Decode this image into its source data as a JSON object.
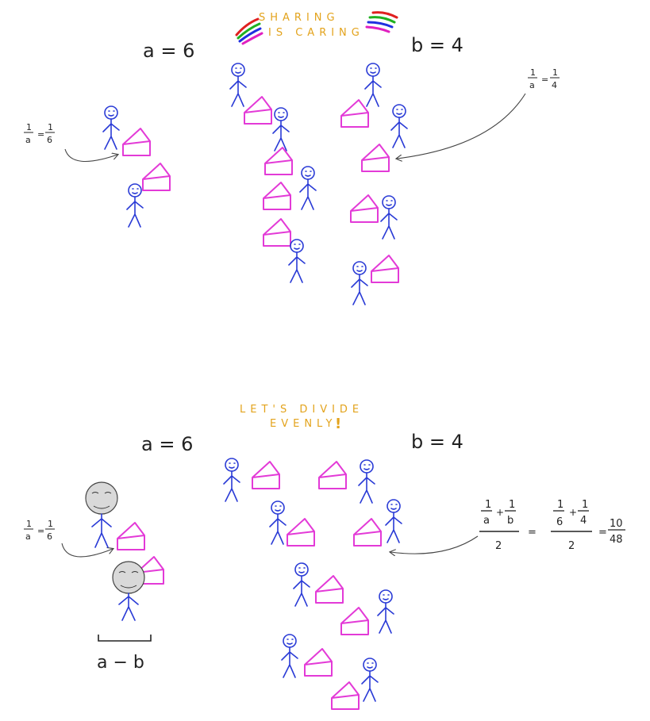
{
  "top": {
    "banner_line1": "SHARING",
    "banner_line2": "IS CARING",
    "a_label": "a  =  6",
    "b_label": "b  = 4",
    "left_frac_lhs_num": "1",
    "left_frac_lhs_den": "a",
    "left_frac_rhs_num": "1",
    "left_frac_rhs_den": "6",
    "right_frac_lhs_num": "1",
    "right_frac_lhs_den": "a",
    "right_frac_rhs_num": "1",
    "right_frac_rhs_den": "4"
  },
  "bottom": {
    "banner_line1": "LET'S DIVIDE",
    "banner_line2": "EVENLY",
    "exclaim": "!",
    "a_label": "a  =  6",
    "b_label": "b  = 4",
    "left_frac_lhs_num": "1",
    "left_frac_lhs_den": "a",
    "left_frac_rhs_num": "1",
    "left_frac_rhs_den": "6",
    "formula": {
      "t1_num": "1",
      "t1_den": "a",
      "plus1": "+",
      "t2_num": "1",
      "t2_den": "b",
      "den": "2",
      "eq1": "=",
      "u1_num": "1",
      "u1_den": "6",
      "plus2": "+",
      "u2_num": "1",
      "u2_den": "4",
      "den2": "2",
      "eq2": "=",
      "res_num": "10",
      "res_den": "48"
    },
    "bracket_label": "a − b"
  },
  "colors": {
    "stick": "#2a3bd6",
    "cake": "#e33ad7",
    "banner_text": "#e3a31c",
    "rainbow": [
      "#e02020",
      "#20b020",
      "#2030e0",
      "#e020c0"
    ]
  },
  "icons": [
    "stick-figure-icon",
    "cake-slice-icon",
    "forever-alone-face-icon",
    "curved-arrow-icon"
  ]
}
